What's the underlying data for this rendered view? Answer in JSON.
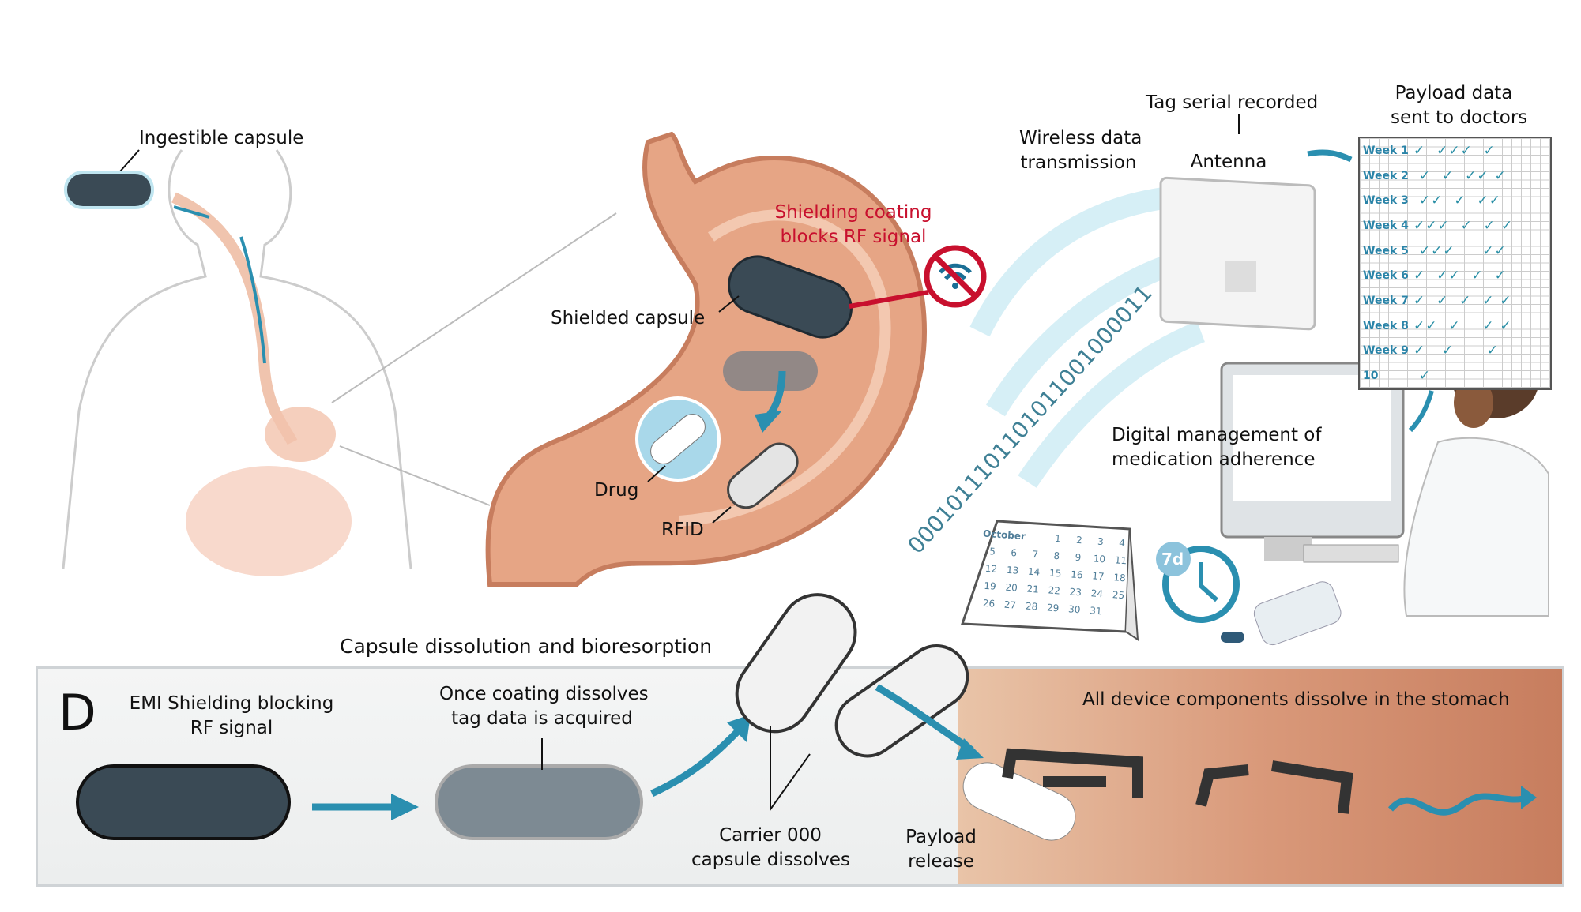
{
  "labels": {
    "ingestible_capsule": "Ingestible capsule",
    "shielding_coating": [
      "Shielding coating",
      "blocks RF signal"
    ],
    "shielded_capsule": "Shielded capsule",
    "drug": "Drug",
    "rfid": "RFID",
    "wireless": [
      "Wireless data",
      "transmission"
    ],
    "tag_serial": "Tag serial recorded",
    "antenna": "Antenna",
    "payload_sent": [
      "Payload data",
      "sent to doctors"
    ],
    "digital_management": [
      "Digital management of",
      "medication adherence"
    ],
    "binary_stream": "0001011101101011001000011",
    "clock_badge": "7d",
    "dissolution_title": "Capsule dissolution and bioresorption"
  },
  "adherence_table": {
    "rows": [
      {
        "label": "Week 1",
        "checks": "✓  ✓✓✓  ✓"
      },
      {
        "label": "Week 2",
        "checks": " ✓  ✓  ✓✓ ✓"
      },
      {
        "label": "Week 3",
        "checks": " ✓✓  ✓  ✓✓"
      },
      {
        "label": "Week 4",
        "checks": "✓✓✓  ✓  ✓ ✓"
      },
      {
        "label": "Week 5",
        "checks": " ✓✓✓     ✓✓"
      },
      {
        "label": "Week 6",
        "checks": "✓  ✓✓  ✓  ✓"
      },
      {
        "label": "Week 7",
        "checks": "✓  ✓  ✓  ✓ ✓"
      },
      {
        "label": "Week 8",
        "checks": "✓✓  ✓    ✓ ✓"
      },
      {
        "label": "Week 9",
        "checks": "✓   ✓      ✓"
      },
      {
        "label": "10",
        "checks": " ✓"
      }
    ]
  },
  "calendar": {
    "month": "October",
    "days": [
      "",
      "",
      "",
      "1",
      "2",
      "3",
      "4",
      "5",
      "6",
      "7",
      "8",
      "9",
      "10",
      "11",
      "12",
      "13",
      "14",
      "15",
      "16",
      "17",
      "18",
      "19",
      "20",
      "21",
      "22",
      "23",
      "24",
      "25",
      "26",
      "27",
      "28",
      "29",
      "30",
      "31"
    ]
  },
  "panel_d": {
    "letter": "D",
    "emi": [
      "EMI Shielding blocking",
      "RF signal"
    ],
    "once_coating": [
      "Once coating dissolves",
      "tag data is acquired"
    ],
    "all_dissolve": "All device components dissolve in the stomach",
    "carrier": [
      "Carrier 000",
      "capsule dissolves"
    ],
    "payload_release": [
      "Payload",
      "release"
    ]
  },
  "colors": {
    "arrow": "#2a8fb0",
    "red": "#c8102e",
    "stomach": "#e6a585",
    "capsule": "#3a4a55"
  }
}
